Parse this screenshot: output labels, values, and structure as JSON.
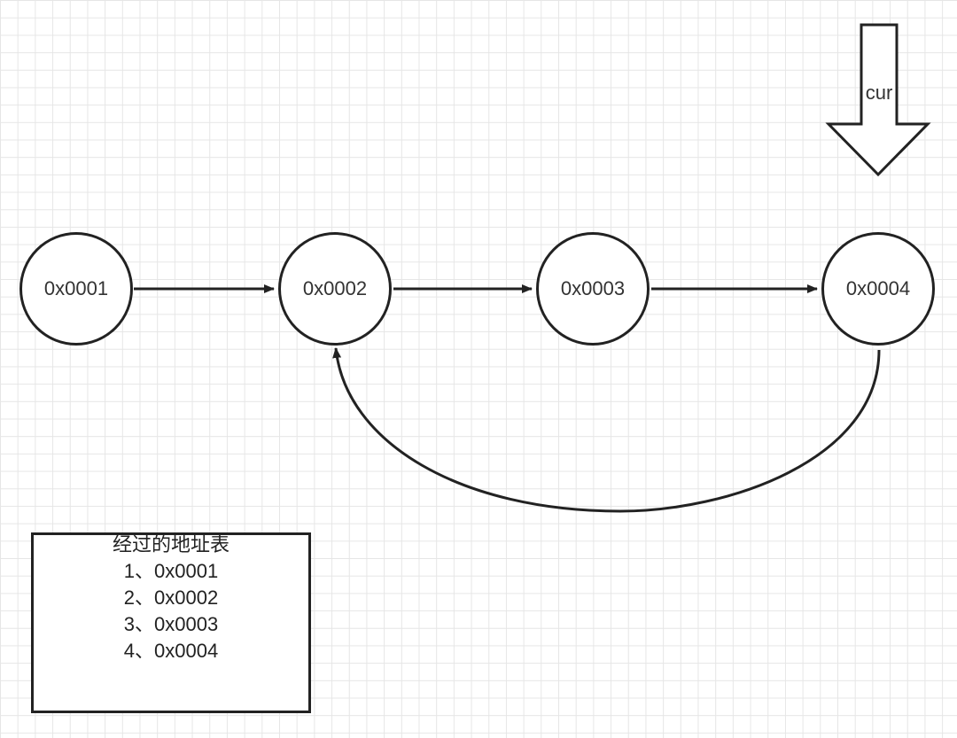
{
  "nodes": [
    {
      "id": "n1",
      "label": "0x0001"
    },
    {
      "id": "n2",
      "label": "0x0002"
    },
    {
      "id": "n3",
      "label": "0x0003"
    },
    {
      "id": "n4",
      "label": "0x0004"
    }
  ],
  "edges": [
    {
      "from": "0x0001",
      "to": "0x0002"
    },
    {
      "from": "0x0002",
      "to": "0x0003"
    },
    {
      "from": "0x0003",
      "to": "0x0004"
    },
    {
      "from": "0x0004",
      "to": "0x0002"
    }
  ],
  "pointer": {
    "label": "cur",
    "points_to": "0x0004"
  },
  "address_table": {
    "title": "经过的地址表",
    "rows": [
      "1、0x0001",
      "2、0x0002",
      "3、0x0003",
      "4、0x0004"
    ]
  },
  "colors": {
    "stroke": "#222222",
    "grid": "#e6e6e6",
    "text": "#333333"
  }
}
